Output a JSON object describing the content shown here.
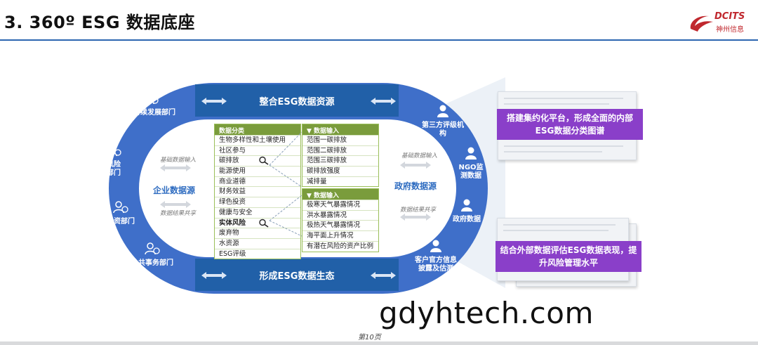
{
  "header": {
    "title": "3.  360º ESG 数据底座",
    "logo_text": "DCITS",
    "logo_sub": "神州信息"
  },
  "bands": {
    "top": "整合ESG数据资源",
    "bottom": "形成ESG数据生态"
  },
  "left": {
    "items": [
      "可持续发展部门",
      "风险部门",
      "投资部门",
      "公共事务部门"
    ],
    "note_top": "基础数据输入",
    "note_bottom": "数据结果共享",
    "source": "企业数据源"
  },
  "right": {
    "items": [
      "第三方评级机构",
      "NGO监测数据",
      "政府数据",
      "客户官方信息披露及估测"
    ],
    "note_top": "基础数据输入",
    "note_bottom": "数据结果共享",
    "source": "政府数据源"
  },
  "main_table": {
    "header": "数据分类",
    "rows": [
      "生物多样性和土壤使用",
      "社区参与",
      "碳排放",
      "能源使用",
      "商业道德",
      "财务效益",
      "绿色投资",
      "健康与安全",
      "实体风险",
      "废弃物",
      "水资源",
      "ESG评级"
    ]
  },
  "sub_table_1": {
    "header": "▼ 数据输入",
    "rows": [
      "范围一碳排放",
      "范围二碳排放",
      "范围三碳排放",
      "碳排放强度",
      "减排量"
    ]
  },
  "sub_table_2": {
    "header": "▼ 数据输入",
    "rows": [
      "极寒天气暴露情况",
      "洪水暴露情况",
      "极热天气暴露情况",
      "海平面上升情况",
      "有潜在风险的资产比例"
    ]
  },
  "callouts": {
    "top": "搭建集约化平台，形成全面的内部ESG数据分类图谱",
    "bottom": "结合外部数据评估ESG数据表现，提升风险管理水平"
  },
  "footer": {
    "page": "第10页",
    "watermark": "gdyhtech.com"
  },
  "colors": {
    "track": "#3f6fc9",
    "band": "#2160a8",
    "table_header": "#7a9c3c",
    "callout": "#8a3fc9",
    "source_label": "#2d6bc0"
  }
}
